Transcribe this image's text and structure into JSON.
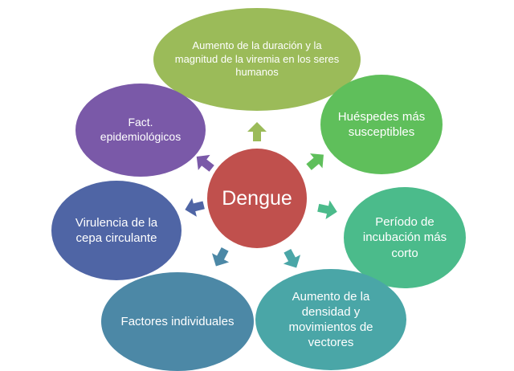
{
  "center": {
    "label": "Dengue",
    "color": "#c0504d"
  },
  "factors": [
    {
      "id": "top",
      "label": "Aumento de la duración y la magnitud de la viremia en los seres humanos",
      "color": "#9bbb59"
    },
    {
      "id": "tr",
      "label": "Huéspedes más susceptibles",
      "color": "#5fbf5b"
    },
    {
      "id": "r",
      "label": "Período de incubación más corto",
      "color": "#4bbb8b"
    },
    {
      "id": "br",
      "label": "Aumento de la densidad  y movimientos de vectores",
      "color": "#4aa6a7"
    },
    {
      "id": "bl",
      "label": "Factores individuales",
      "color": "#4c88a6"
    },
    {
      "id": "l",
      "label": "Virulencia de la cepa circulante",
      "color": "#4f65a5"
    },
    {
      "id": "tl",
      "label": "Fact. epidemiológicos",
      "color": "#7a59a8"
    }
  ]
}
